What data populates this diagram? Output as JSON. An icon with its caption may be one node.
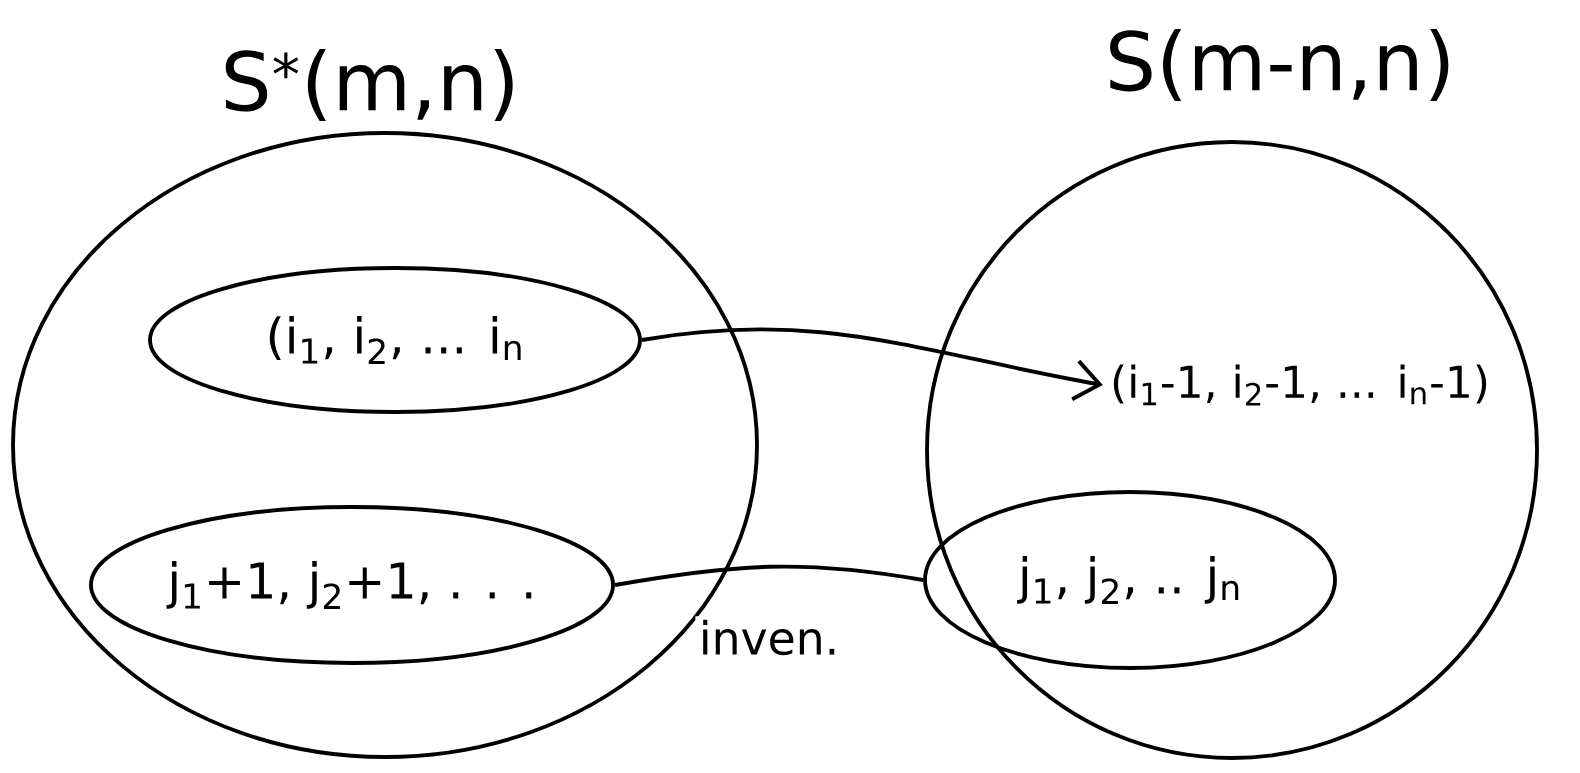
{
  "diagram": {
    "nodes": [
      {
        "text": [
          "S$^{*}$(m,n)"
        ]
      },
      {
        "text": [
          "(i$_{1}$, i$_{2}$, ... i$_{n}$"
        ],
        "in": 0
      },
      {
        "text": [
          "j$_{1}$+1, j$_{2}$+1, . . ."
        ],
        "in": 0
      },
      {
        "text": [
          "S(m-n,n)"
        ]
      },
      {
        "text": [
          "(i$_{1}$-1, i$_{2}$-1, ... i$_{n}$-1)"
        ],
        "in": 3
      },
      {
        "text": [
          "j$_{1}$, j$_{2}$, .. j$_{n}$"
        ],
        "in": 3
      }
    ],
    "edges": [
      {
        "from": 1,
        "to": 4,
        "arrow": "to"
      },
      {
        "from": 2,
        "to": 5,
        "arrow": "none",
        "label": "inven."
      }
    ]
  }
}
